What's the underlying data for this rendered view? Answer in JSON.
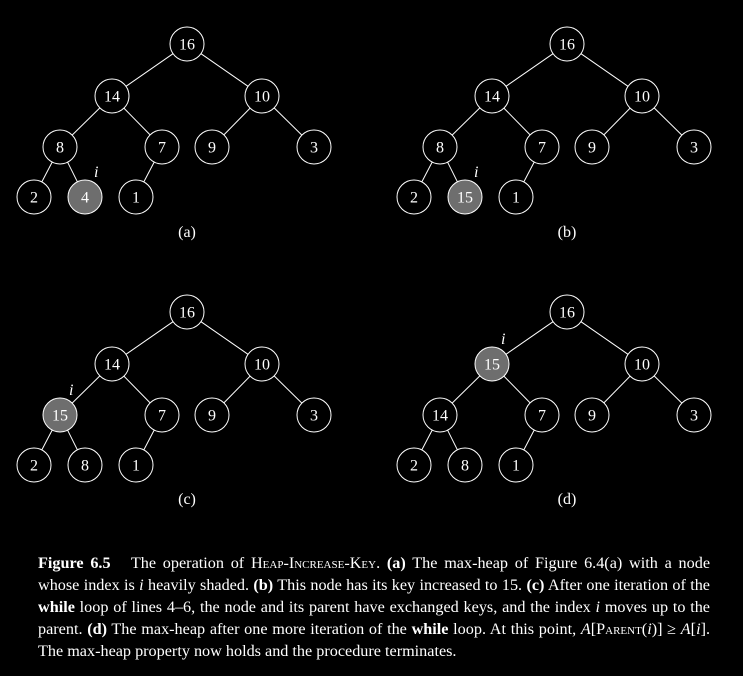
{
  "node_fill_default": "#000000",
  "node_fill_highlight": "#6e6e6e",
  "node_stroke": "#ffffff",
  "panels": [
    {
      "label": "(a)",
      "index_marker": "i",
      "marker_at": "n4",
      "nodes": {
        "n1": "16",
        "n2": "14",
        "n3": "10",
        "n4": "8",
        "n5": "7",
        "n6": "9",
        "n7": "3",
        "n8": "2",
        "n9": "4",
        "n10": "1"
      },
      "shaded": [
        "n9"
      ],
      "marker_node": "n9"
    },
    {
      "label": "(b)",
      "index_marker": "i",
      "nodes": {
        "n1": "16",
        "n2": "14",
        "n3": "10",
        "n4": "8",
        "n5": "7",
        "n6": "9",
        "n7": "3",
        "n8": "2",
        "n9": "15",
        "n10": "1"
      },
      "shaded": [
        "n9"
      ],
      "marker_node": "n9"
    },
    {
      "label": "(c)",
      "index_marker": "i",
      "nodes": {
        "n1": "16",
        "n2": "14",
        "n3": "10",
        "n4": "15",
        "n5": "7",
        "n6": "9",
        "n7": "3",
        "n8": "2",
        "n9": "8",
        "n10": "1"
      },
      "shaded": [
        "n4"
      ],
      "marker_node": "n4"
    },
    {
      "label": "(d)",
      "index_marker": "i",
      "nodes": {
        "n1": "16",
        "n2": "15",
        "n3": "10",
        "n4": "14",
        "n5": "7",
        "n6": "9",
        "n7": "3",
        "n8": "2",
        "n9": "8",
        "n10": "1"
      },
      "shaded": [
        "n2"
      ],
      "marker_node": "n2"
    }
  ],
  "caption": {
    "figure_label": "Figure 6.5",
    "t1": "The operation of ",
    "procedure": "Heap-Increase-Key",
    "t2": ".",
    "a_label": "(a)",
    "a_text": " The max-heap of Figure 6.4(a) with a node whose index is ",
    "i1": "i",
    "a_text2": " heavily shaded. ",
    "b_label": "(b)",
    "b_text": " This node has its key increased to 15. ",
    "c_label": "(c)",
    "c_text": " After one iteration of the ",
    "while1": "while",
    "c_text2": " loop of lines 4–6, the node and its parent have exchanged keys, and the index ",
    "i2": "i",
    "c_text3": " moves up to the parent. ",
    "d_label": "(d)",
    "d_text": " The max-heap after one more iteration of the ",
    "while2": "while",
    "d_text2": " loop. At this point, ",
    "math_A1": "A",
    "math_parent": "[Parent(",
    "math_i1": "i",
    "math_mid": ")] ≥ ",
    "math_A2": "A",
    "math_lb": "[",
    "math_i2": "i",
    "math_rb": "]",
    "d_text3": ". The max-heap property now holds and the procedure terminates."
  }
}
